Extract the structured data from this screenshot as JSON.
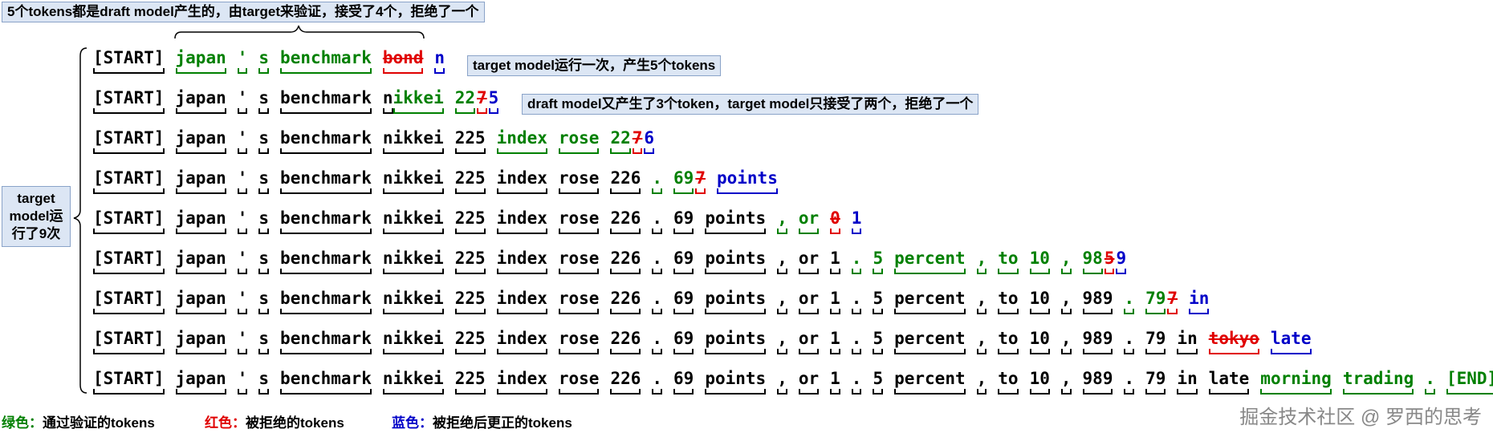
{
  "notes": {
    "top": "5个tokens都是draft model产生的，由target来验证，接受了4个，拒绝了一个",
    "row1": "target model运行一次，产生5个tokens",
    "row2": "draft model又产生了3个token，target model只接受了两个，拒绝了一个",
    "side": "target model运行了9次"
  },
  "rows": [
    [
      {
        "t": "[START]",
        "c": "k"
      },
      {
        "t": "japan",
        "c": "g"
      },
      {
        "t": "'",
        "c": "g"
      },
      {
        "t": "s",
        "c": "g"
      },
      {
        "t": "benchmark",
        "c": "g"
      },
      {
        "t": "bond",
        "c": "r"
      },
      {
        "t": "n",
        "c": "b"
      }
    ],
    [
      {
        "t": "[START]",
        "c": "k"
      },
      {
        "t": "japan",
        "c": "k"
      },
      {
        "t": "'",
        "c": "k"
      },
      {
        "t": "s",
        "c": "k"
      },
      {
        "t": "benchmark",
        "c": "k"
      },
      {
        "t": "n",
        "c": "k"
      },
      {
        "t": "ikkei",
        "c": "g"
      },
      {
        "t": "22",
        "c": "g"
      },
      {
        "t": "7",
        "c": "r"
      },
      {
        "t": "5",
        "c": "b"
      }
    ],
    [
      {
        "t": "[START]",
        "c": "k"
      },
      {
        "t": "japan",
        "c": "k"
      },
      {
        "t": "'",
        "c": "k"
      },
      {
        "t": "s",
        "c": "k"
      },
      {
        "t": "benchmark",
        "c": "k"
      },
      {
        "t": "nikkei",
        "c": "k"
      },
      {
        "t": "225",
        "c": "k"
      },
      {
        "t": "index",
        "c": "g"
      },
      {
        "t": "rose",
        "c": "g"
      },
      {
        "t": "22",
        "c": "g"
      },
      {
        "t": "7",
        "c": "r"
      },
      {
        "t": "6",
        "c": "b"
      }
    ],
    [
      {
        "t": "[START]",
        "c": "k"
      },
      {
        "t": "japan",
        "c": "k"
      },
      {
        "t": "'",
        "c": "k"
      },
      {
        "t": "s",
        "c": "k"
      },
      {
        "t": "benchmark",
        "c": "k"
      },
      {
        "t": "nikkei",
        "c": "k"
      },
      {
        "t": "225",
        "c": "k"
      },
      {
        "t": "index",
        "c": "k"
      },
      {
        "t": "rose",
        "c": "k"
      },
      {
        "t": "226",
        "c": "k"
      },
      {
        "t": ".",
        "c": "g"
      },
      {
        "t": "69",
        "c": "g"
      },
      {
        "t": "7",
        "c": "r"
      },
      {
        "t": "points",
        "c": "b"
      }
    ],
    [
      {
        "t": "[START]",
        "c": "k"
      },
      {
        "t": "japan",
        "c": "k"
      },
      {
        "t": "'",
        "c": "k"
      },
      {
        "t": "s",
        "c": "k"
      },
      {
        "t": "benchmark",
        "c": "k"
      },
      {
        "t": "nikkei",
        "c": "k"
      },
      {
        "t": "225",
        "c": "k"
      },
      {
        "t": "index",
        "c": "k"
      },
      {
        "t": "rose",
        "c": "k"
      },
      {
        "t": "226",
        "c": "k"
      },
      {
        "t": ".",
        "c": "k"
      },
      {
        "t": "69",
        "c": "k"
      },
      {
        "t": "points",
        "c": "k"
      },
      {
        "t": ",",
        "c": "g"
      },
      {
        "t": "or",
        "c": "g"
      },
      {
        "t": "0",
        "c": "r"
      },
      {
        "t": "1",
        "c": "b"
      }
    ],
    [
      {
        "t": "[START]",
        "c": "k"
      },
      {
        "t": "japan",
        "c": "k"
      },
      {
        "t": "'",
        "c": "k"
      },
      {
        "t": "s",
        "c": "k"
      },
      {
        "t": "benchmark",
        "c": "k"
      },
      {
        "t": "nikkei",
        "c": "k"
      },
      {
        "t": "225",
        "c": "k"
      },
      {
        "t": "index",
        "c": "k"
      },
      {
        "t": "rose",
        "c": "k"
      },
      {
        "t": "226",
        "c": "k"
      },
      {
        "t": ".",
        "c": "k"
      },
      {
        "t": "69",
        "c": "k"
      },
      {
        "t": "points",
        "c": "k"
      },
      {
        "t": ",",
        "c": "k"
      },
      {
        "t": "or",
        "c": "k"
      },
      {
        "t": "1",
        "c": "k"
      },
      {
        "t": ".",
        "c": "g"
      },
      {
        "t": "5",
        "c": "g"
      },
      {
        "t": "percent",
        "c": "g"
      },
      {
        "t": ",",
        "c": "g"
      },
      {
        "t": "to",
        "c": "g"
      },
      {
        "t": "10",
        "c": "g"
      },
      {
        "t": ",",
        "c": "g"
      },
      {
        "t": "98",
        "c": "g"
      },
      {
        "t": "5",
        "c": "r"
      },
      {
        "t": "9",
        "c": "b"
      }
    ],
    [
      {
        "t": "[START]",
        "c": "k"
      },
      {
        "t": "japan",
        "c": "k"
      },
      {
        "t": "'",
        "c": "k"
      },
      {
        "t": "s",
        "c": "k"
      },
      {
        "t": "benchmark",
        "c": "k"
      },
      {
        "t": "nikkei",
        "c": "k"
      },
      {
        "t": "225",
        "c": "k"
      },
      {
        "t": "index",
        "c": "k"
      },
      {
        "t": "rose",
        "c": "k"
      },
      {
        "t": "226",
        "c": "k"
      },
      {
        "t": ".",
        "c": "k"
      },
      {
        "t": "69",
        "c": "k"
      },
      {
        "t": "points",
        "c": "k"
      },
      {
        "t": ",",
        "c": "k"
      },
      {
        "t": "or",
        "c": "k"
      },
      {
        "t": "1",
        "c": "k"
      },
      {
        "t": ".",
        "c": "k"
      },
      {
        "t": "5",
        "c": "k"
      },
      {
        "t": "percent",
        "c": "k"
      },
      {
        "t": ",",
        "c": "k"
      },
      {
        "t": "to",
        "c": "k"
      },
      {
        "t": "10",
        "c": "k"
      },
      {
        "t": ",",
        "c": "k"
      },
      {
        "t": "989",
        "c": "k"
      },
      {
        "t": ".",
        "c": "g"
      },
      {
        "t": "79",
        "c": "g"
      },
      {
        "t": "7",
        "c": "r"
      },
      {
        "t": "in",
        "c": "b"
      }
    ],
    [
      {
        "t": "[START]",
        "c": "k"
      },
      {
        "t": "japan",
        "c": "k"
      },
      {
        "t": "'",
        "c": "k"
      },
      {
        "t": "s",
        "c": "k"
      },
      {
        "t": "benchmark",
        "c": "k"
      },
      {
        "t": "nikkei",
        "c": "k"
      },
      {
        "t": "225",
        "c": "k"
      },
      {
        "t": "index",
        "c": "k"
      },
      {
        "t": "rose",
        "c": "k"
      },
      {
        "t": "226",
        "c": "k"
      },
      {
        "t": ".",
        "c": "k"
      },
      {
        "t": "69",
        "c": "k"
      },
      {
        "t": "points",
        "c": "k"
      },
      {
        "t": ",",
        "c": "k"
      },
      {
        "t": "or",
        "c": "k"
      },
      {
        "t": "1",
        "c": "k"
      },
      {
        "t": ".",
        "c": "k"
      },
      {
        "t": "5",
        "c": "k"
      },
      {
        "t": "percent",
        "c": "k"
      },
      {
        "t": ",",
        "c": "k"
      },
      {
        "t": "to",
        "c": "k"
      },
      {
        "t": "10",
        "c": "k"
      },
      {
        "t": ",",
        "c": "k"
      },
      {
        "t": "989",
        "c": "k"
      },
      {
        "t": ".",
        "c": "k"
      },
      {
        "t": "79",
        "c": "k"
      },
      {
        "t": "in",
        "c": "k"
      },
      {
        "t": "tokyo",
        "c": "r"
      },
      {
        "t": "late",
        "c": "b"
      }
    ],
    [
      {
        "t": "[START]",
        "c": "k"
      },
      {
        "t": "japan",
        "c": "k"
      },
      {
        "t": "'",
        "c": "k"
      },
      {
        "t": "s",
        "c": "k"
      },
      {
        "t": "benchmark",
        "c": "k"
      },
      {
        "t": "nikkei",
        "c": "k"
      },
      {
        "t": "225",
        "c": "k"
      },
      {
        "t": "index",
        "c": "k"
      },
      {
        "t": "rose",
        "c": "k"
      },
      {
        "t": "226",
        "c": "k"
      },
      {
        "t": ".",
        "c": "k"
      },
      {
        "t": "69",
        "c": "k"
      },
      {
        "t": "points",
        "c": "k"
      },
      {
        "t": ",",
        "c": "k"
      },
      {
        "t": "or",
        "c": "k"
      },
      {
        "t": "1",
        "c": "k"
      },
      {
        "t": ".",
        "c": "k"
      },
      {
        "t": "5",
        "c": "k"
      },
      {
        "t": "percent",
        "c": "k"
      },
      {
        "t": ",",
        "c": "k"
      },
      {
        "t": "to",
        "c": "k"
      },
      {
        "t": "10",
        "c": "k"
      },
      {
        "t": ",",
        "c": "k"
      },
      {
        "t": "989",
        "c": "k"
      },
      {
        "t": ".",
        "c": "k"
      },
      {
        "t": "79",
        "c": "k"
      },
      {
        "t": "in",
        "c": "k"
      },
      {
        "t": "late",
        "c": "k"
      },
      {
        "t": "morning",
        "c": "g"
      },
      {
        "t": "trading",
        "c": "g"
      },
      {
        "t": ".",
        "c": "g"
      },
      {
        "t": "[END]",
        "c": "g"
      }
    ]
  ],
  "legend": {
    "green_label": "绿色：",
    "green_text": "通过验证的tokens",
    "red_label": "红色：",
    "red_text": "被拒绝的tokens",
    "blue_label": "蓝色：",
    "blue_text": "被拒绝后更正的tokens"
  },
  "watermark": "掘金技术社区 @ 罗西的思考",
  "colors": {
    "accepted": "#008000",
    "rejected": "#e00000",
    "corrected": "#0000c8",
    "note_bg": "#dce6f4"
  }
}
